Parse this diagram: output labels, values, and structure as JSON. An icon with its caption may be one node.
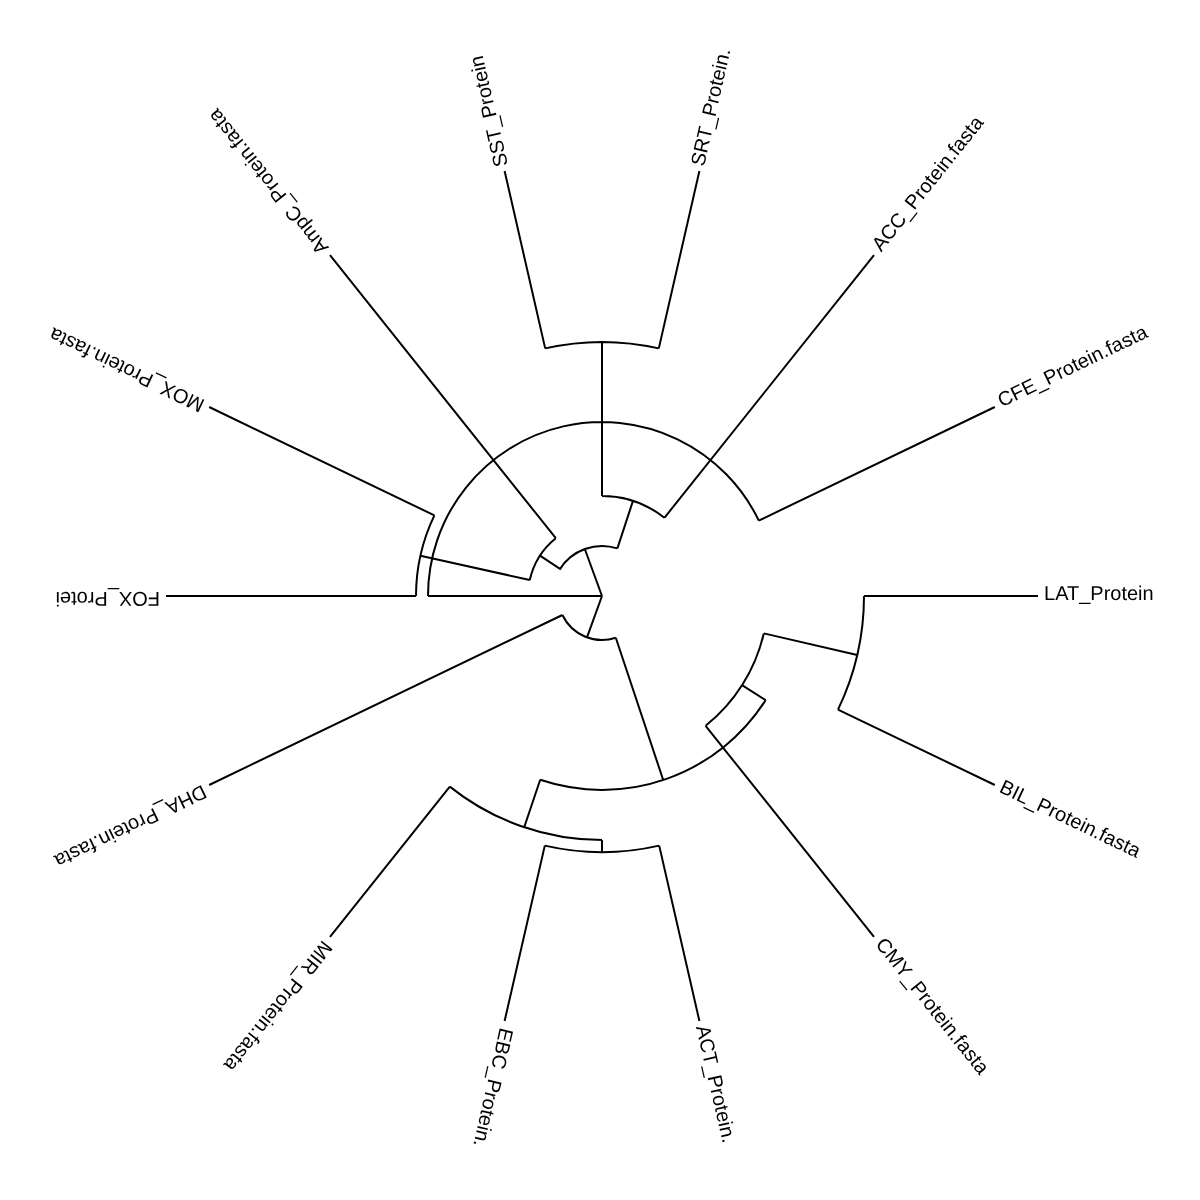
{
  "diagram": {
    "labels": [
      "SST_Protein",
      "SRT_Protein.",
      "ACC_Protein.fasta",
      "CFE_Protein.fasta",
      "LAT_Protein",
      "BIL_Protein.fasta",
      "CMY_Protein.fasta",
      "ACT_Protein.",
      "EBC_Protein.",
      "MIR_Protein.fasta",
      "DHA_Protein.fasta",
      "FOX_Protei",
      "MOX_Protein.fasta",
      "AmpC_Protein.fasta"
    ]
  }
}
